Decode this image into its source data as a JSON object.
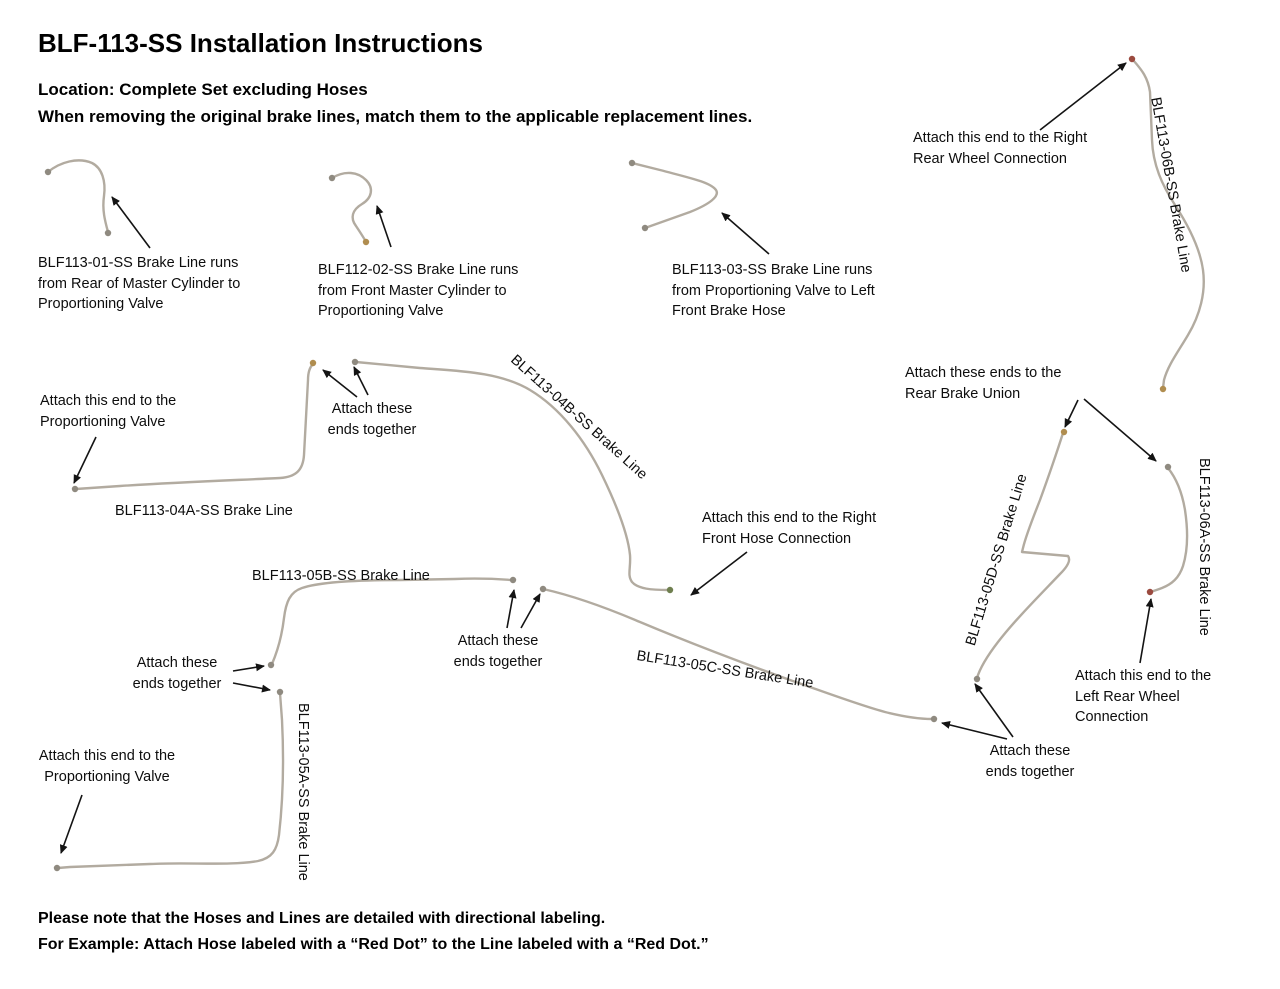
{
  "page": {
    "title": "BLF-113-SS Installation Instructions",
    "location": "Location: Complete Set excluding Hoses",
    "intro": "When removing the original brake lines, match them to the applicable replacement lines.",
    "note1": "Please note that the Hoses and Lines are detailed with directional labeling.",
    "note2": "For Example: Attach Hose labeled with a “Red Dot” to the Line labeled with a “Red Dot.”"
  },
  "part_descriptions": {
    "blf113_01": "BLF113-01-SS Brake Line runs from Rear of Master Cylinder to Proportioning Valve",
    "blf112_02": "BLF112-02-SS Brake Line runs from Front Master Cylinder to Proportioning Valve",
    "blf113_03": "BLF113-03-SS Brake Line runs from Proportioning Valve to Left Front Brake Hose"
  },
  "line_labels": {
    "blf113_06b": "BLF113-06B-SS Brake Line",
    "blf113_04a": "BLF113-04A-SS Brake Line",
    "blf113_04b": "BLF113-04B-SS Brake Line",
    "blf113_05a": "BLF113-05A-SS Brake Line",
    "blf113_05b": "BLF113-05B-SS Brake Line",
    "blf113_05c": "BLF113-05C-SS Brake Line",
    "blf113_05d": "BLF113-05D-SS Brake Line",
    "blf113_06a": "BLF113-06A-SS Brake Line"
  },
  "callouts": {
    "right_rear_wheel": "Attach this end to the Right Rear Wheel Connection",
    "prop_valve_upper": "Attach this end to the Proportioning Valve",
    "ends_together_04": "Attach these ends together",
    "rear_brake_union": "Attach these ends to the Rear Brake Union",
    "right_front_hose": "Attach this end to the Right Front Hose Connection",
    "ends_together_05bc": "Attach these ends together",
    "ends_together_05ab": "Attach these ends together",
    "prop_valve_lower": "Attach this end to the Proportioning Valve",
    "left_rear_wheel": "Attach this end to the Left Rear Wheel Connection",
    "ends_together_05cd": "Attach these ends together"
  },
  "colors": {
    "background": "#ffffff",
    "text": "#000000",
    "brake_line": "#b2aba0",
    "arrow": "#141414"
  }
}
